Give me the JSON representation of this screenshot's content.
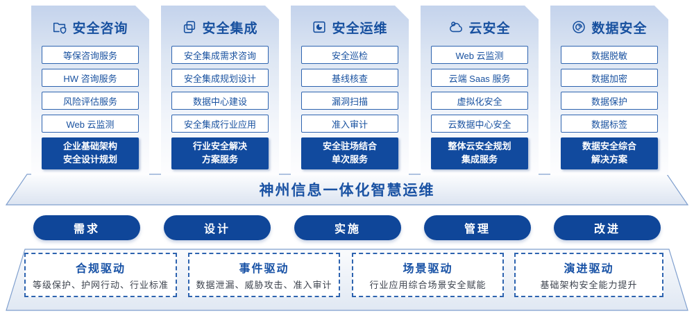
{
  "colors": {
    "accent_deep_blue": "#114a9e",
    "pill_blue": "#0f4699",
    "box_border_blue": "#2d63af",
    "text_blue": "#17509f",
    "driver_desc_gray": "#3d434e",
    "card_gradient_top": "#c4d3ec"
  },
  "banner": {
    "title": "神州信息一体化智慧运维"
  },
  "columns": [
    {
      "title": "安全咨询",
      "icon": "folder-shield-icon",
      "items": [
        "等保咨询服务",
        "HW 咨询服务",
        "风险评估服务",
        "Web 云监测"
      ],
      "highlight": "企业基础架构\n安全设计规划"
    },
    {
      "title": "安全集成",
      "icon": "copy-docs-icon",
      "items": [
        "安全集成需求咨询",
        "安全集成规划设计",
        "数据中心建设",
        "安全集成行业应用"
      ],
      "highlight": "行业安全解决\n方案服务"
    },
    {
      "title": "安全运维",
      "icon": "monitor-pie-icon",
      "items": [
        "安全巡检",
        "基线核查",
        "漏洞扫描",
        "准入审计"
      ],
      "highlight": "安全驻场结合\n单次服务"
    },
    {
      "title": "云安全",
      "icon": "cloud-sync-icon",
      "items": [
        "Web 云监测",
        "云端 Saas 服务",
        "虚拟化安全",
        "云数据中心安全"
      ],
      "highlight": "整体云安全规划\n集成服务"
    },
    {
      "title": "数据安全",
      "icon": "fingerprint-circle-icon",
      "items": [
        "数据脱敏",
        "数据加密",
        "数据保护",
        "数据标签"
      ],
      "highlight": "数据安全综合\n解决方案"
    }
  ],
  "process_steps": [
    "需求",
    "设计",
    "实施",
    "管理",
    "改进"
  ],
  "drivers": [
    {
      "title": "合规驱动",
      "desc": "等级保护、护网行动、行业标准"
    },
    {
      "title": "事件驱动",
      "desc": "数据泄漏、威胁攻击、准入审计"
    },
    {
      "title": "场景驱动",
      "desc": "行业应用综合场景安全赋能"
    },
    {
      "title": "演进驱动",
      "desc": "基础架构安全能力提升"
    }
  ]
}
